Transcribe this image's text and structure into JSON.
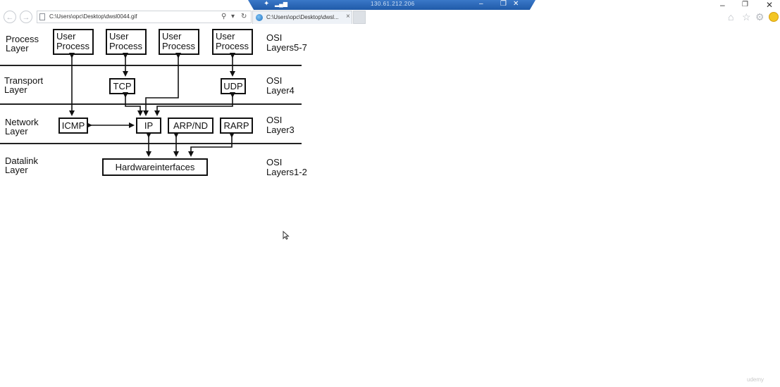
{
  "rdp": {
    "ip": "130.61.212.206"
  },
  "browser": {
    "address": "C:\\Users\\opc\\Desktop\\dwsl0044.gif",
    "tab_title": "C:\\Users\\opc\\Desktop\\dwsl...",
    "tab_close": "×",
    "back": "←",
    "forward": "→",
    "search_icon": "⚲",
    "dropdown_icon": "▾",
    "refresh_icon": "↻"
  },
  "window_controls": {
    "minimize": "–",
    "restore": "❐",
    "close": "✕"
  },
  "toolbar_icons": {
    "home": "⌂",
    "favorites": "☆",
    "settings": "⚙"
  },
  "diagram": {
    "layers": [
      {
        "name": "Process\nLayer",
        "osi": "OSI\nLayers5-7"
      },
      {
        "name": "Transport\nLayer",
        "osi": "OSI\nLayer4"
      },
      {
        "name": "Network\nLayer",
        "osi": "OSI\nLayer3"
      },
      {
        "name": "Datalink\nLayer",
        "osi": "OSI\nLayers1-2"
      }
    ],
    "user_process": "User\nProcess",
    "tcp": "TCP",
    "udp": "UDP",
    "icmp": "ICMP",
    "ip": "IP",
    "arp": "ARP/ND",
    "rarp": "RARP",
    "hardware": "Hardwareinterfaces"
  },
  "watermark": "udemy"
}
